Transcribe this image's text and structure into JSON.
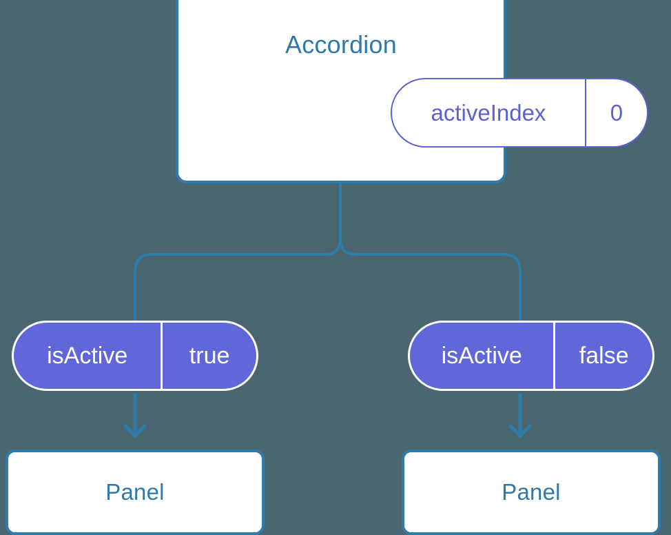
{
  "diagram": {
    "type": "component-state-tree",
    "background_color": "#4a6771",
    "accent_colors": {
      "component_border": "#2f7caa",
      "component_title": "#2e79a8",
      "state_pill_fill": "#6067d8",
      "state_pill_outline": "#5b63d3",
      "connector": "#2f7caa",
      "arrow": "#2f7caa",
      "pill_text_light": "#ffffff"
    },
    "root": {
      "title": "Accordion",
      "state": {
        "key": "activeIndex",
        "value": "0",
        "style": "outlined"
      }
    },
    "branches": [
      {
        "state": {
          "key": "isActive",
          "value": "true",
          "style": "filled"
        },
        "child": {
          "title": "Panel"
        }
      },
      {
        "state": {
          "key": "isActive",
          "value": "false",
          "style": "filled"
        },
        "child": {
          "title": "Panel"
        }
      }
    ],
    "connectors": {
      "trunk": "root-card-bottom to split-point",
      "branch_left": "split to left state pill",
      "branch_right": "split to right state pill",
      "arrow_left": "left state pill to left Panel",
      "arrow_right": "right state pill to right Panel"
    }
  }
}
